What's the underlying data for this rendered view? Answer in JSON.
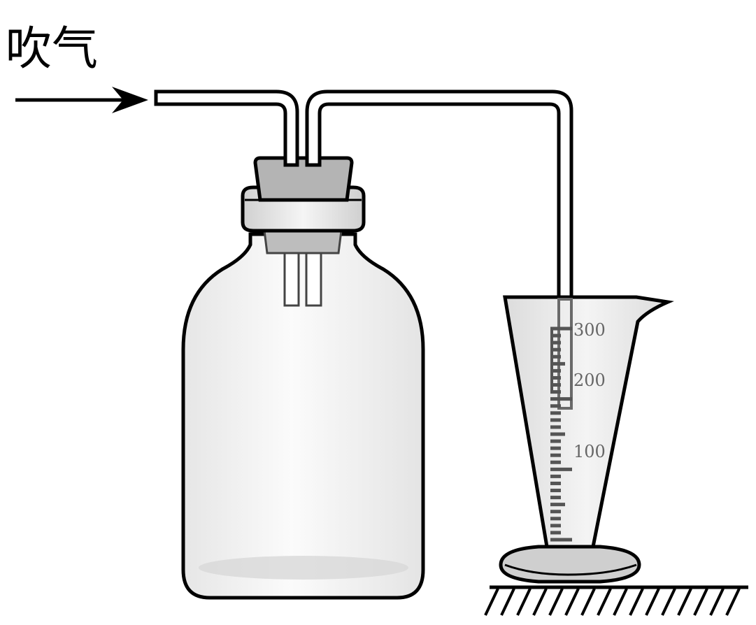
{
  "diagram": {
    "blow_label": "吹气",
    "cylinder_scale": [
      {
        "value": "300"
      },
      {
        "value": "200"
      },
      {
        "value": "100"
      }
    ],
    "colors": {
      "outline": "#000000",
      "glass_fill": "#f2f2f2",
      "stopper_fill": "#b4b4b4",
      "tick_color": "#555555",
      "label_gray": "#666666"
    }
  }
}
